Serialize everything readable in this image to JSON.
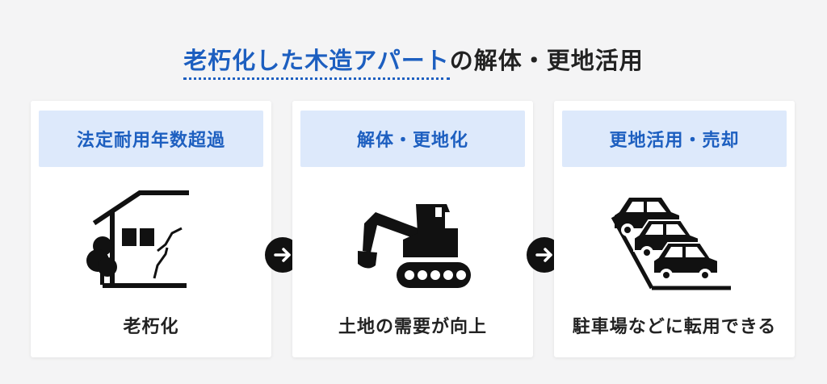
{
  "title": {
    "highlight": "老朽化した木造アパート",
    "rest": "の解体・更地活用"
  },
  "steps": [
    {
      "header": "法定耐用年数超過",
      "caption": "老朽化",
      "icon": "old-house-icon"
    },
    {
      "header": "解体・更地化",
      "caption": "土地の需要が向上",
      "icon": "excavator-icon"
    },
    {
      "header": "更地活用・売却",
      "caption": "駐車場などに転用できる",
      "icon": "parked-cars-icon"
    }
  ],
  "colors": {
    "accent": "#1d5fc0",
    "header_bg": "#dde9fb",
    "page_bg": "#f4f4f5"
  }
}
